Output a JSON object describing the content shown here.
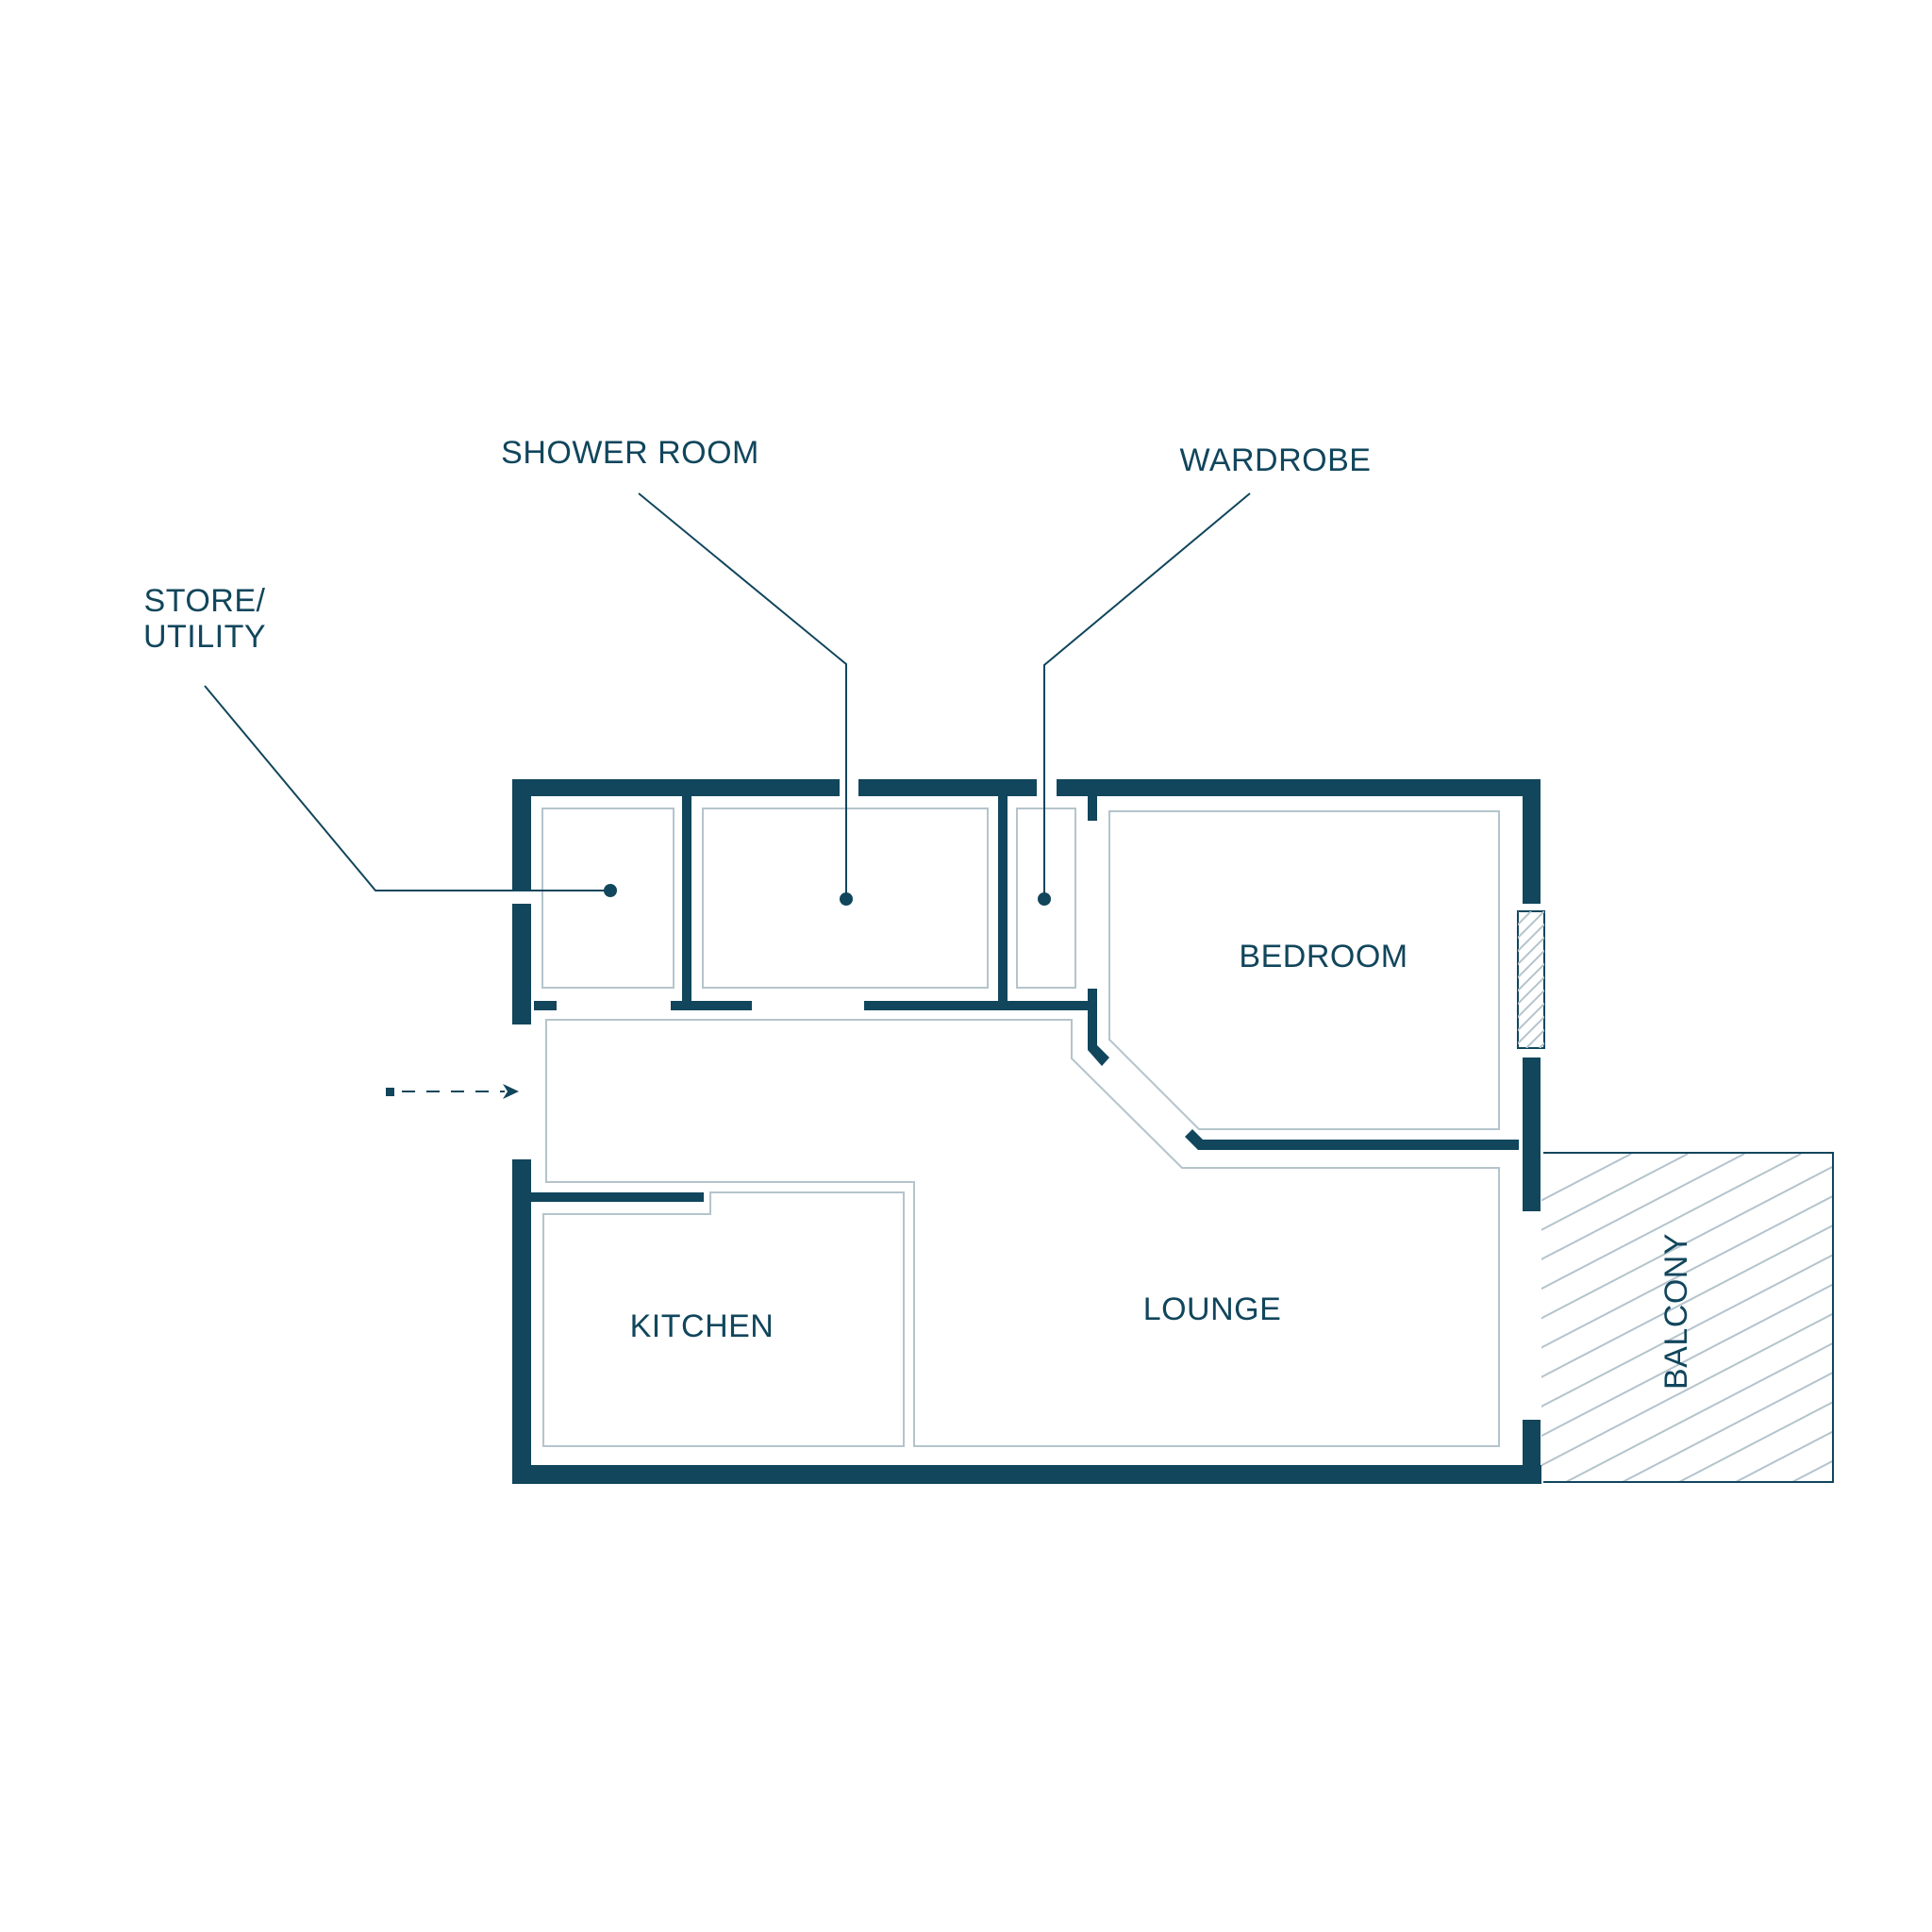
{
  "colors": {
    "wall": "#11465c",
    "inner_line": "#b4c4cc",
    "text": "#11465c",
    "background": "#ffffff"
  },
  "rooms": {
    "store_utility": {
      "line1": "STORE/",
      "line2": "UTILITY"
    },
    "shower_room": "SHOWER ROOM",
    "wardrobe": "WARDROBE",
    "bedroom": "BEDROOM",
    "lounge": "LOUNGE",
    "kitchen": "KITCHEN",
    "balcony": "BALCONY"
  },
  "icons": {
    "entrance": "dashed-arrow-icon",
    "window": "hatched-window-icon"
  }
}
